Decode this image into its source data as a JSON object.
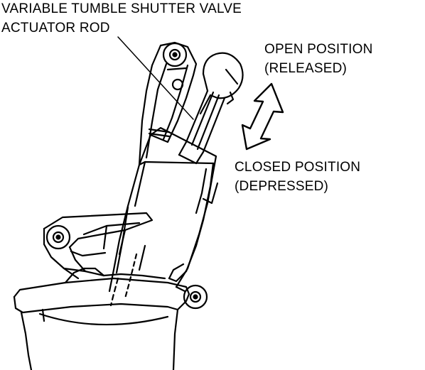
{
  "labels": {
    "actuator_rod_line1": "VARIABLE TUMBLE SHUTTER VALVE",
    "actuator_rod_line2": "ACTUATOR ROD",
    "open_line1": "OPEN POSITION",
    "open_line2": "(RELEASED)",
    "closed_line1": "CLOSED POSITION",
    "closed_line2": "(DEPRESSED)"
  },
  "colors": {
    "ink": "#000000",
    "paper": "#ffffff"
  },
  "icons": {
    "motion_arrow": "double-headed-arrow-icon"
  }
}
